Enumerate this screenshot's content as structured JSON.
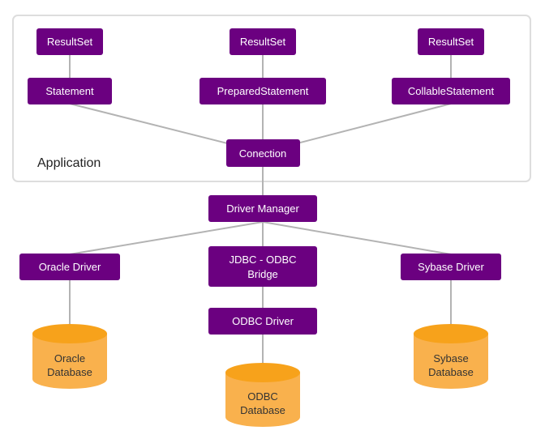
{
  "application_label": "Application",
  "colors": {
    "node_fill": "#6b0080",
    "node_text": "#ffffff",
    "db_body": "#f9b14d",
    "db_top": "#f7a21b",
    "connector": "#b3b3b3",
    "container_border": "#dddddd"
  },
  "nodes": {
    "resultset_1": "ResultSet",
    "resultset_2": "ResultSet",
    "resultset_3": "ResultSet",
    "statement": "Statement",
    "prepared_statement": "PreparedStatement",
    "callable_statement": "CollableStatement",
    "connection": "Conection",
    "driver_manager": "Driver Manager",
    "oracle_driver": "Oracle Driver",
    "jdbc_odbc_bridge": [
      "JDBC - ODBC",
      "Bridge"
    ],
    "sybase_driver": "Sybase Driver",
    "odbc_driver": "ODBC Driver"
  },
  "databases": {
    "oracle": [
      "Oracle",
      "Database"
    ],
    "odbc": [
      "ODBC",
      "Database"
    ],
    "sybase": [
      "Sybase",
      "Database"
    ]
  }
}
